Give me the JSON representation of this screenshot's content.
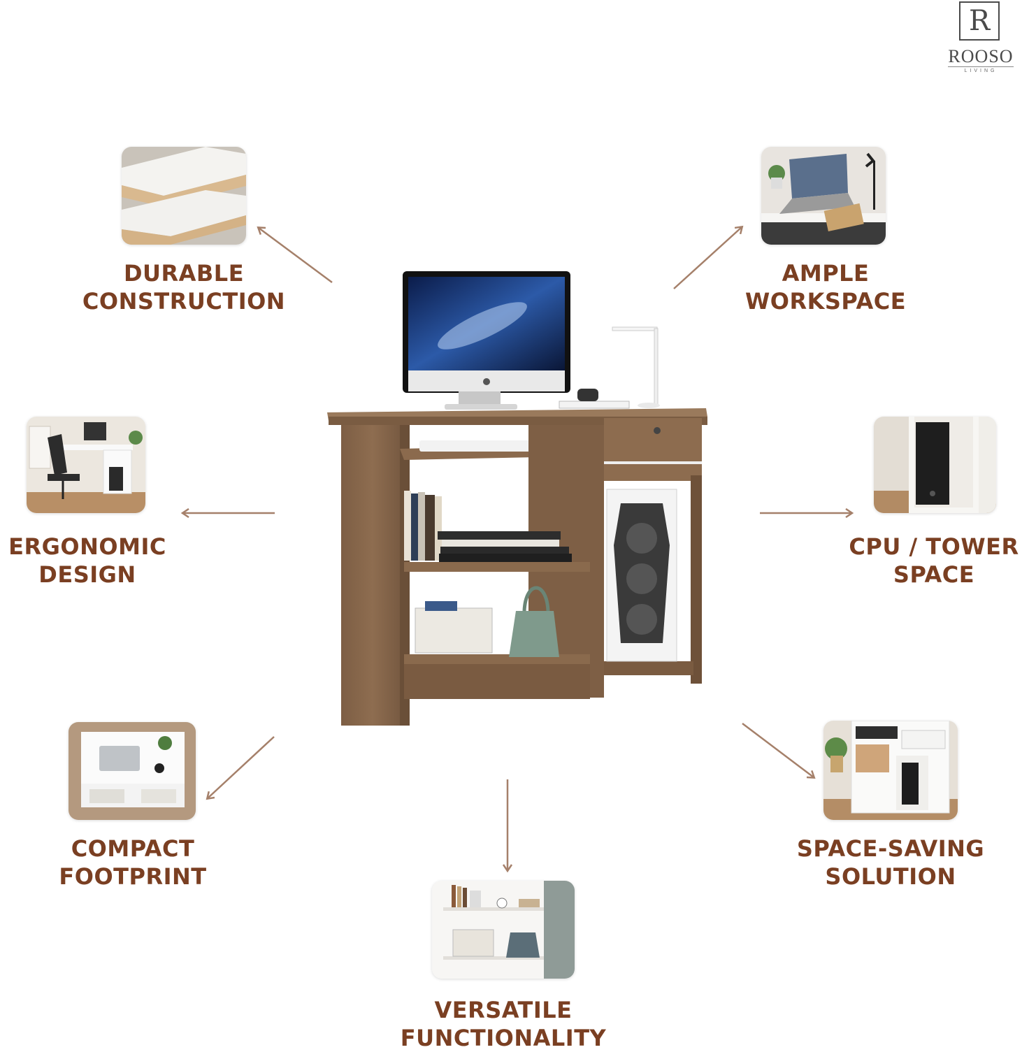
{
  "brand": {
    "logo_letter": "R",
    "name": "ROOSO",
    "tagline": "LIVING"
  },
  "colors": {
    "label": "#7a3f22",
    "arrow": "#a5806a",
    "wood": "#8a6a4f",
    "wood_dark": "#6e5139"
  },
  "features": [
    {
      "key": "durable",
      "line1": "DURABLE",
      "line2": "CONSTRUCTION",
      "thumb": "particle-board-image"
    },
    {
      "key": "ample",
      "line1": "AMPLE",
      "line2": "WORKSPACE",
      "thumb": "laptop-desk-image"
    },
    {
      "key": "ergonomic",
      "line1": "ERGONOMIC",
      "line2": "DESIGN",
      "thumb": "office-chair-desk-image"
    },
    {
      "key": "cpu",
      "line1": "CPU / TOWER",
      "line2": "SPACE",
      "thumb": "cpu-cabinet-image"
    },
    {
      "key": "compact",
      "line1": "COMPACT",
      "line2": "FOOTPRINT",
      "thumb": "top-view-desk-image"
    },
    {
      "key": "spacesaving",
      "line1": "SPACE-SAVING",
      "line2": "SOLUTION",
      "thumb": "white-desk-image"
    },
    {
      "key": "versatile",
      "line1": "VERSATILE",
      "line2": "FUNCTIONALITY",
      "thumb": "shelves-image"
    }
  ]
}
